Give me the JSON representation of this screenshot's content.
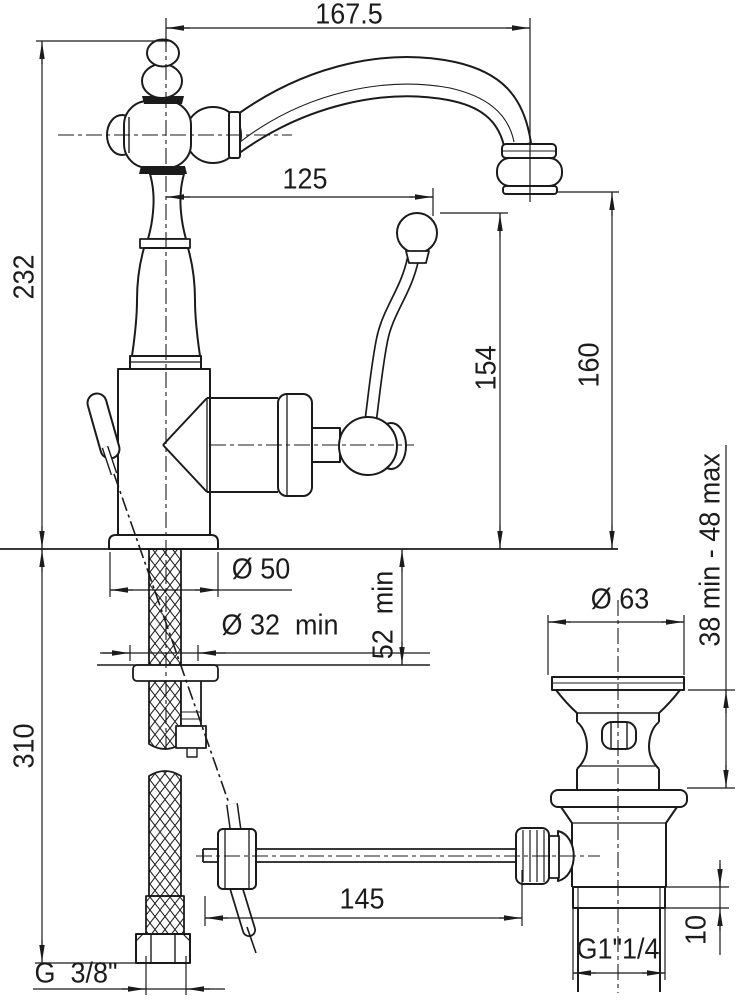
{
  "drawing": {
    "kind": "technical dimension drawing of a classic basin mixer tap with pop-up waste",
    "colors": {
      "line": "#1b1b1b",
      "background": "#ffffff"
    }
  },
  "dimension_labels": {
    "spout_reach": "167.5",
    "handle_reach": "125",
    "height_above_deck": "232",
    "height_below_deck": "310",
    "handle_height": "154",
    "spout_height": "160",
    "base_diameter": "Ø 50",
    "hole_diameter": "Ø 32  min",
    "deck_thickness": "52  min",
    "waste_flange_diameter": "Ø 63",
    "clamp_range": "38 min - 48 max",
    "rod_length": "145",
    "supply_thread": "G  3/8\"",
    "waste_thread": "G1\"1/4",
    "waste_thread_length": "10"
  }
}
